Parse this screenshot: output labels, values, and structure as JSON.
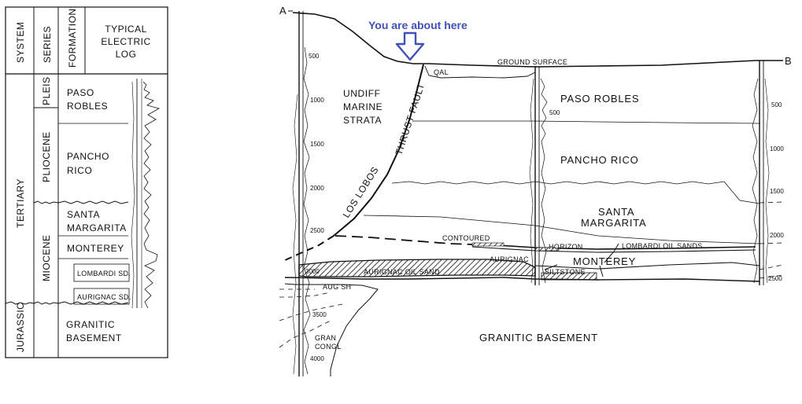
{
  "column": {
    "headers": {
      "system": "SYSTEM",
      "series": "SERIES",
      "formation": "FORMATION",
      "log": [
        "TYPICAL",
        "ELECTRIC",
        "LOG"
      ]
    },
    "systems": {
      "tertiary": "TERTIARY",
      "jurassic": "JURASSIC"
    },
    "series": {
      "pleis": "PLEIS",
      "pliocene": "PLIOCENE",
      "miocene": "MIOCENE"
    },
    "formations": {
      "paso_robles": [
        "PASO",
        "ROBLES"
      ],
      "pancho_rico": [
        "PANCHO",
        "RICO"
      ],
      "santa_margarita": [
        "SANTA",
        "MARGARITA"
      ],
      "monterey": "MONTEREY",
      "lombardi": "LOMBARDI SD.",
      "aurignac": "AURIGNAC SD.",
      "granitic": [
        "GRANITIC",
        "BASEMENT"
      ]
    }
  },
  "section": {
    "endpoints": {
      "a": "A",
      "b": "B"
    },
    "callout": "You are about here",
    "ground_surface": "GROUND  SURFACE",
    "qal": "QAL",
    "undiff": [
      "UNDIFF",
      "MARINE",
      "STRATA"
    ],
    "fault": {
      "part1": "LOS LOBOS",
      "part2": "THRUST FAULT"
    },
    "units": {
      "paso_robles": "PASO ROBLES",
      "pancho_rico": "PANCHO RICO",
      "santa_margarita": [
        "SANTA",
        "MARGARITA"
      ],
      "monterey": "MONTEREY",
      "granitic": "GRANITIC  BASEMENT"
    },
    "labels": {
      "contoured": "CONTOURED",
      "horizon": "HORIZON",
      "lombardi_oil": "LOMBARDI  OIL  SANDS",
      "aurignac": "AURIGNAC",
      "aurignac_oil": "AURIGNAC  OIL  SAND",
      "siltstone": "SILTSTONE",
      "aug_sh": "AUG SH",
      "gran_congl": [
        "GRAN",
        "CONGL"
      ]
    },
    "well1_depths": [
      "500",
      "1000",
      "1500",
      "2000",
      "2500",
      "3000",
      "3500",
      "4000"
    ],
    "well2_depths": [
      "500"
    ],
    "well3_depths": [
      "500",
      "1000",
      "1500",
      "2000",
      "2500"
    ]
  },
  "colors": {
    "callout": "#4050b8",
    "line": "#111111"
  }
}
